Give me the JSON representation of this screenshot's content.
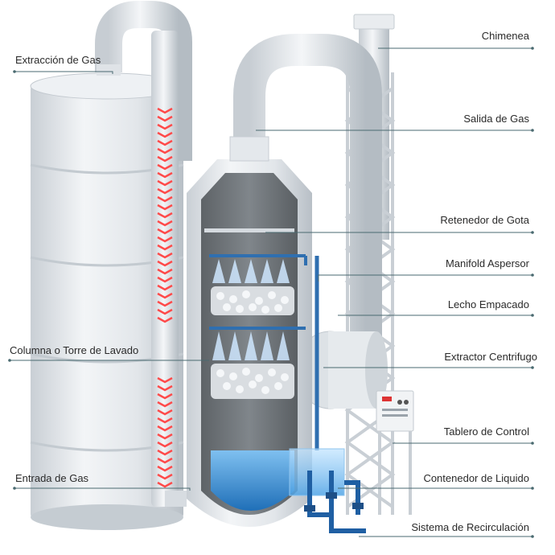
{
  "labels": {
    "extraccion": "Extracción de Gas",
    "columna": "Columna o Torre de Lavado",
    "entrada": "Entrada de Gas",
    "chimenea": "Chimenea",
    "salida": "Salida de Gas",
    "retenedor": "Retenedor de Gota",
    "manifold": "Manifold Aspersor",
    "lecho": "Lecho Empacado",
    "extractor": "Extractor Centrifugo",
    "tablero": "Tablero de Control",
    "contenedor": "Contenedor de Liquido",
    "recirculacion": "Sistema de Recirculación"
  },
  "colors": {
    "equipment": "#e4e8ec",
    "shadow": "#b9c0c7",
    "interior": "#6f7478",
    "heat": "#ff4a4a",
    "spray": "#2f6fb0",
    "water": "#3d8fd8",
    "leader": "#4a6a70"
  }
}
